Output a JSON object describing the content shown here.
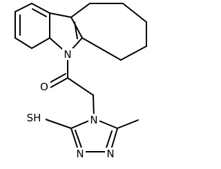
{
  "molecule": {
    "atoms": {
      "n9": "N",
      "o": "O",
      "n4": "N",
      "n1": "N",
      "n2": "N",
      "thiol": "SH"
    },
    "colors": {
      "bond": "#000000",
      "label": "#000000",
      "background": "#ffffff"
    }
  }
}
